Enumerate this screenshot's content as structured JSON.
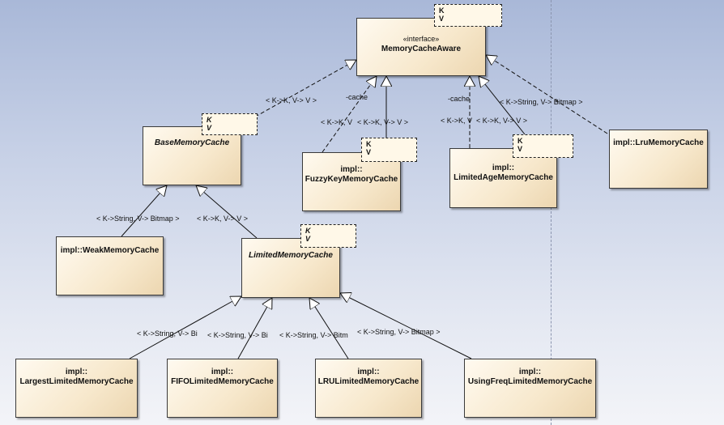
{
  "classes": {
    "memory_cache_aware": {
      "stereotype": "«interface»",
      "name": "MemoryCacheAware",
      "params": [
        "K",
        "V"
      ]
    },
    "base_memory_cache": {
      "name": "BaseMemoryCache",
      "params": [
        "K",
        "V"
      ]
    },
    "fuzzy_key": {
      "prefix": "impl::",
      "name": "FuzzyKeyMemoryCache",
      "params": [
        "K",
        "V"
      ]
    },
    "limited_age": {
      "prefix": "impl::",
      "name": "LimitedAgeMemoryCache",
      "params": [
        "K",
        "V"
      ]
    },
    "lru_memory": {
      "name": "impl::LruMemoryCache"
    },
    "weak_memory": {
      "name": "impl::WeakMemoryCache"
    },
    "limited_memory": {
      "name": "LimitedMemoryCache",
      "params": [
        "K",
        "V"
      ]
    },
    "largest_limited": {
      "prefix": "impl::",
      "name": "LargestLimitedMemoryCache"
    },
    "fifo_limited": {
      "prefix": "impl::",
      "name": "FIFOLimitedMemoryCache"
    },
    "lru_limited": {
      "prefix": "impl::",
      "name": "LRULimitedMemoryCache"
    },
    "using_freq": {
      "prefix": "impl::",
      "name": "UsingFreqLimitedMemoryCache"
    }
  },
  "labels": {
    "base_to_aware": "< K->K, V-> V >",
    "fuzzy_cache_role": "-cache",
    "fuzzy_binding_a": "< K->K, V",
    "fuzzy_binding_b": "< K->K, V-> V >",
    "age_cache_role": "-cache",
    "age_binding_a": "< K->K, V",
    "age_binding_b": "< K->K, V-> V >",
    "lru_binding": "< K->String, V-> Bitmap >",
    "weak_binding": "< K->String, V-> Bitmap >",
    "limited_binding": "< K->K, V-> V >",
    "largest_binding": "< K->String, V-> Bi",
    "fifo_binding": "< K->String, V-> Bi",
    "lru_limited_binding": "< K->String, V-> Bitm",
    "freq_binding": "< K->String, V-> Bitmap >"
  }
}
